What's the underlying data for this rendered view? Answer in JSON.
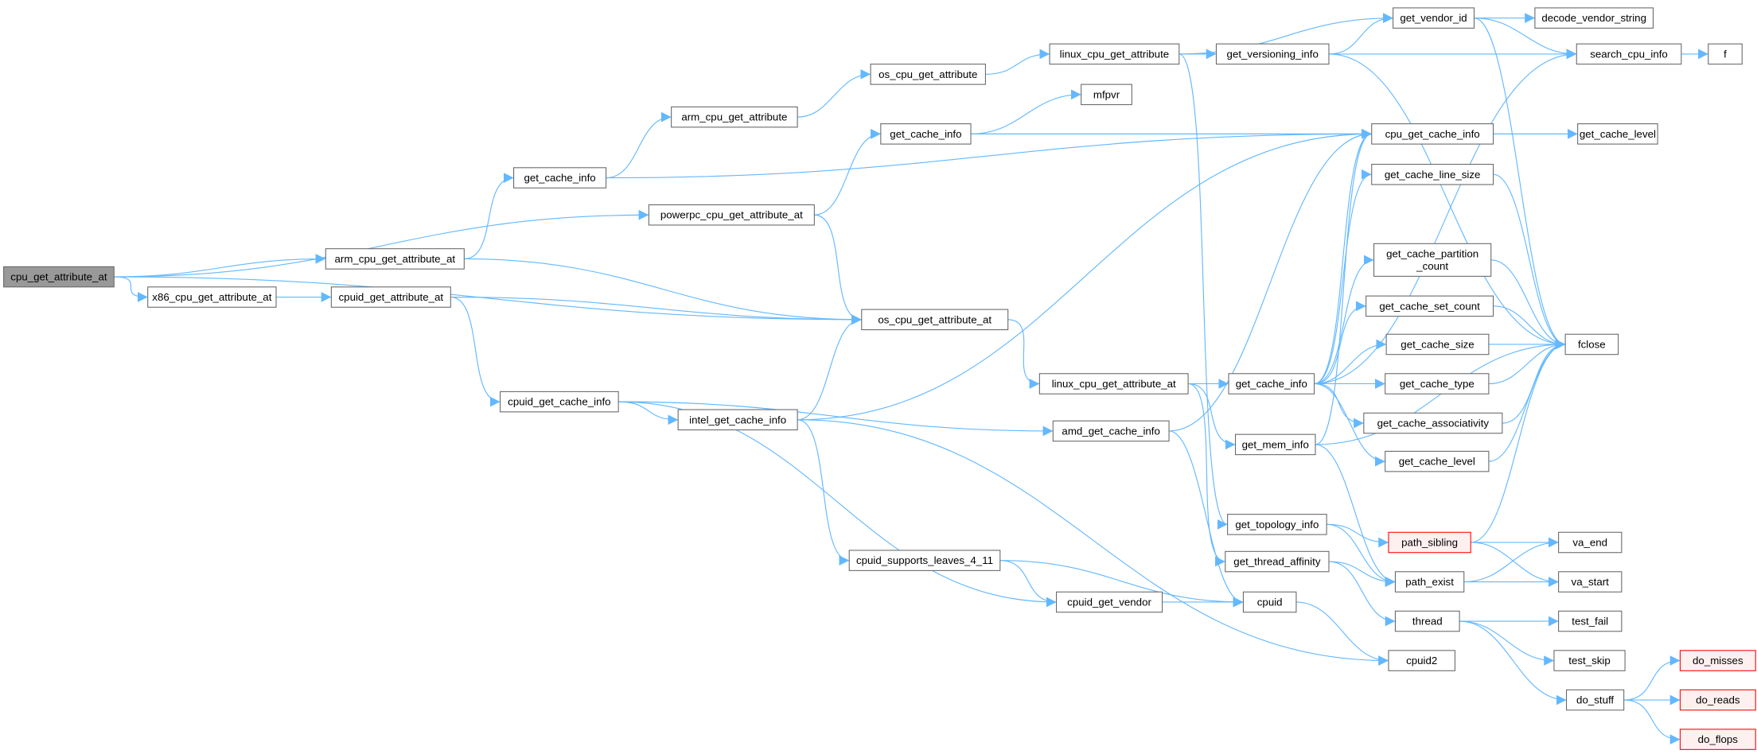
{
  "graph": {
    "type": "call-graph",
    "colors": {
      "edge": "#63b8ff",
      "root_fill": "#999999",
      "node_border": "#666666",
      "truncated_border": "#ff0000",
      "truncated_fill": "#fff0f0"
    },
    "nodes": [
      {
        "id": "cpu_get_attribute_at",
        "lines": [
          "cpu_get_attribute_at"
        ],
        "kind": "root"
      },
      {
        "id": "x86",
        "lines": [
          "x86_cpu_get_attribute_at"
        ]
      },
      {
        "id": "arm_at",
        "lines": [
          "arm_cpu_get_attribute_at"
        ]
      },
      {
        "id": "cpuid_at",
        "lines": [
          "cpuid_get_attribute_at"
        ]
      },
      {
        "id": "powerpc",
        "lines": [
          "powerpc_cpu_get_attribute_at"
        ]
      },
      {
        "id": "gci1",
        "lines": [
          "get_cache_info"
        ]
      },
      {
        "id": "arm_attr",
        "lines": [
          "arm_cpu_get_attribute"
        ]
      },
      {
        "id": "os_attr",
        "lines": [
          "os_cpu_get_attribute"
        ]
      },
      {
        "id": "linux_attr",
        "lines": [
          "linux_cpu_get_attribute"
        ]
      },
      {
        "id": "versioning",
        "lines": [
          "get_versioning_info"
        ]
      },
      {
        "id": "vendor_id",
        "lines": [
          "get_vendor_id"
        ]
      },
      {
        "id": "decode",
        "lines": [
          "decode_vendor_string"
        ]
      },
      {
        "id": "search",
        "lines": [
          "search_cpu_info"
        ]
      },
      {
        "id": "f",
        "lines": [
          "f"
        ]
      },
      {
        "id": "mfpvr",
        "lines": [
          "mfpvr"
        ]
      },
      {
        "id": "gci2",
        "lines": [
          "get_cache_info"
        ]
      },
      {
        "id": "cpu_gci",
        "lines": [
          "cpu_get_cache_info"
        ]
      },
      {
        "id": "gcl1",
        "lines": [
          "get_cache_level"
        ]
      },
      {
        "id": "line_size",
        "lines": [
          "get_cache_line_size"
        ]
      },
      {
        "id": "partition",
        "lines": [
          "get_cache_partition",
          "_count"
        ]
      },
      {
        "id": "set_count",
        "lines": [
          "get_cache_set_count"
        ]
      },
      {
        "id": "size",
        "lines": [
          "get_cache_size"
        ]
      },
      {
        "id": "type",
        "lines": [
          "get_cache_type"
        ]
      },
      {
        "id": "assoc",
        "lines": [
          "get_cache_associativity"
        ]
      },
      {
        "id": "gcl2",
        "lines": [
          "get_cache_level"
        ]
      },
      {
        "id": "fclose",
        "lines": [
          "fclose"
        ]
      },
      {
        "id": "os_at",
        "lines": [
          "os_cpu_get_attribute_at"
        ]
      },
      {
        "id": "linux_at",
        "lines": [
          "linux_cpu_get_attribute_at"
        ]
      },
      {
        "id": "gci3",
        "lines": [
          "get_cache_info"
        ]
      },
      {
        "id": "mem",
        "lines": [
          "get_mem_info"
        ]
      },
      {
        "id": "cpuid_gci",
        "lines": [
          "cpuid_get_cache_info"
        ]
      },
      {
        "id": "intel",
        "lines": [
          "intel_get_cache_info"
        ]
      },
      {
        "id": "amd",
        "lines": [
          "amd_get_cache_info"
        ]
      },
      {
        "id": "topology",
        "lines": [
          "get_topology_info"
        ]
      },
      {
        "id": "affinity",
        "lines": [
          "get_thread_affinity"
        ]
      },
      {
        "id": "sibling",
        "lines": [
          "path_sibling"
        ],
        "kind": "truncated"
      },
      {
        "id": "exist",
        "lines": [
          "path_exist"
        ]
      },
      {
        "id": "va_end",
        "lines": [
          "va_end"
        ]
      },
      {
        "id": "va_start",
        "lines": [
          "va_start"
        ]
      },
      {
        "id": "supports",
        "lines": [
          "cpuid_supports_leaves_4_11"
        ]
      },
      {
        "id": "cpuid_vendor",
        "lines": [
          "cpuid_get_vendor"
        ]
      },
      {
        "id": "cpuid",
        "lines": [
          "cpuid"
        ]
      },
      {
        "id": "thread",
        "lines": [
          "thread"
        ]
      },
      {
        "id": "test_fail",
        "lines": [
          "test_fail"
        ]
      },
      {
        "id": "test_skip",
        "lines": [
          "test_skip"
        ]
      },
      {
        "id": "cpuid2",
        "lines": [
          "cpuid2"
        ]
      },
      {
        "id": "do_stuff",
        "lines": [
          "do_stuff"
        ]
      },
      {
        "id": "do_misses",
        "lines": [
          "do_misses"
        ],
        "kind": "truncated"
      },
      {
        "id": "do_reads",
        "lines": [
          "do_reads"
        ],
        "kind": "truncated"
      },
      {
        "id": "do_flops",
        "lines": [
          "do_flops"
        ],
        "kind": "truncated"
      }
    ],
    "edges": [
      [
        "cpu_get_attribute_at",
        "powerpc"
      ],
      [
        "cpu_get_attribute_at",
        "arm_at"
      ],
      [
        "cpu_get_attribute_at",
        "x86"
      ],
      [
        "cpu_get_attribute_at",
        "os_at"
      ],
      [
        "x86",
        "cpuid_at"
      ],
      [
        "arm_at",
        "gci1"
      ],
      [
        "arm_at",
        "os_at"
      ],
      [
        "gci1",
        "arm_attr"
      ],
      [
        "gci1",
        "cpu_gci"
      ],
      [
        "arm_attr",
        "os_attr"
      ],
      [
        "os_attr",
        "linux_attr"
      ],
      [
        "linux_attr",
        "vendor_id"
      ],
      [
        "linux_attr",
        "versioning"
      ],
      [
        "linux_attr",
        "topology"
      ],
      [
        "versioning",
        "vendor_id"
      ],
      [
        "versioning",
        "search"
      ],
      [
        "versioning",
        "fclose"
      ],
      [
        "vendor_id",
        "decode"
      ],
      [
        "vendor_id",
        "search"
      ],
      [
        "vendor_id",
        "fclose"
      ],
      [
        "search",
        "f"
      ],
      [
        "powerpc",
        "gci2"
      ],
      [
        "powerpc",
        "os_at"
      ],
      [
        "gci2",
        "mfpvr"
      ],
      [
        "gci2",
        "cpu_gci"
      ],
      [
        "cpu_gci",
        "gcl1"
      ],
      [
        "cpuid_at",
        "os_at"
      ],
      [
        "cpuid_at",
        "cpuid_gci"
      ],
      [
        "os_at",
        "linux_at"
      ],
      [
        "linux_at",
        "gci3"
      ],
      [
        "linux_at",
        "mem"
      ],
      [
        "linux_at",
        "affinity"
      ],
      [
        "cpuid_gci",
        "intel"
      ],
      [
        "cpuid_gci",
        "amd"
      ],
      [
        "cpuid_gci",
        "cpuid_vendor"
      ],
      [
        "intel",
        "os_at"
      ],
      [
        "intel",
        "cpu_gci"
      ],
      [
        "intel",
        "supports"
      ],
      [
        "intel",
        "cpuid2"
      ],
      [
        "amd",
        "cpu_gci"
      ],
      [
        "amd",
        "cpuid"
      ],
      [
        "gci3",
        "cpu_gci"
      ],
      [
        "gci3",
        "line_size"
      ],
      [
        "gci3",
        "partition"
      ],
      [
        "gci3",
        "set_count"
      ],
      [
        "gci3",
        "size"
      ],
      [
        "gci3",
        "type"
      ],
      [
        "gci3",
        "assoc"
      ],
      [
        "gci3",
        "gcl2"
      ],
      [
        "gci3",
        "search"
      ],
      [
        "mem",
        "cpu_gci"
      ],
      [
        "mem",
        "fclose"
      ],
      [
        "mem",
        "exist"
      ],
      [
        "line_size",
        "fclose"
      ],
      [
        "partition",
        "fclose"
      ],
      [
        "set_count",
        "fclose"
      ],
      [
        "size",
        "fclose"
      ],
      [
        "type",
        "fclose"
      ],
      [
        "assoc",
        "fclose"
      ],
      [
        "gcl2",
        "fclose"
      ],
      [
        "topology",
        "sibling"
      ],
      [
        "topology",
        "exist"
      ],
      [
        "sibling",
        "va_end"
      ],
      [
        "sibling",
        "va_start"
      ],
      [
        "sibling",
        "fclose"
      ],
      [
        "exist",
        "va_end"
      ],
      [
        "exist",
        "va_start"
      ],
      [
        "affinity",
        "exist"
      ],
      [
        "affinity",
        "thread"
      ],
      [
        "supports",
        "cpuid_vendor"
      ],
      [
        "supports",
        "cpuid"
      ],
      [
        "cpuid_vendor",
        "cpuid"
      ],
      [
        "cpuid",
        "cpuid2"
      ],
      [
        "thread",
        "test_fail"
      ],
      [
        "thread",
        "test_skip"
      ],
      [
        "thread",
        "do_stuff"
      ],
      [
        "do_stuff",
        "do_misses"
      ],
      [
        "do_stuff",
        "do_reads"
      ],
      [
        "do_stuff",
        "do_flops"
      ]
    ]
  }
}
